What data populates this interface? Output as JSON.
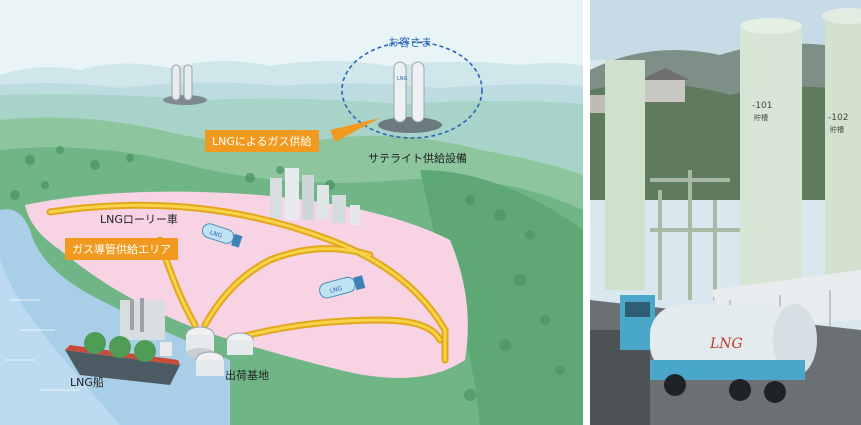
{
  "illustration": {
    "customer_label": "お客さま",
    "satellite_label": "サテライト供給設備",
    "lng_supply_label": "LNGによるガス供給",
    "truck_label": "LNGローリー車",
    "pipeline_area_label": "ガス導管供給エリア",
    "ship_label": "LNG船",
    "terminal_label": "出荷基地",
    "truck_logo": "LNG",
    "tank_logo": "LNG"
  },
  "photo": {
    "tank_101_label": "-101",
    "tank_102_label": "-102",
    "tank_sub_label": "貯槽",
    "truck_logo": "LNG"
  },
  "colors": {
    "accent": "#f29a1f",
    "water": "#a9cfe8",
    "supply_area": "#f7d3e4",
    "pipeline": "#f2c62c",
    "circle": "#2a66b8"
  }
}
